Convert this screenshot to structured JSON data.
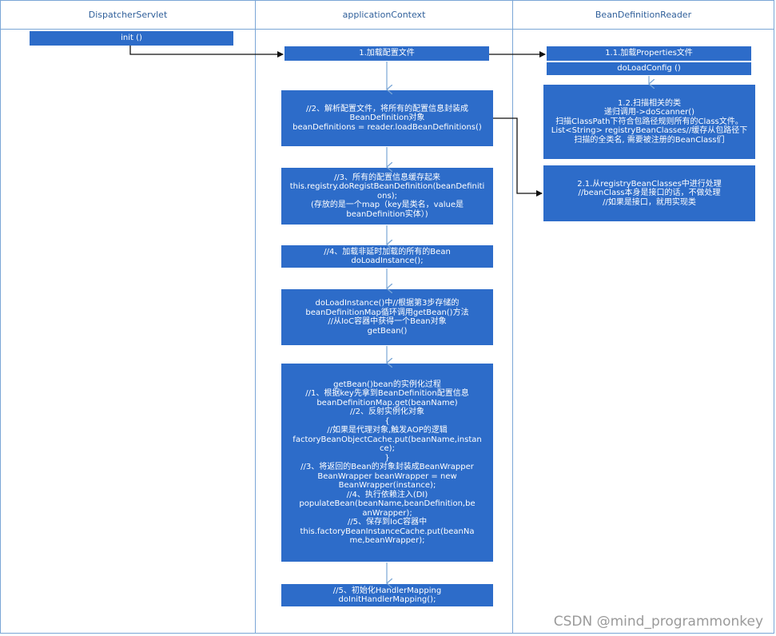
{
  "lanes": [
    {
      "title": "DispatcherServlet"
    },
    {
      "title": "applicationContext"
    },
    {
      "title": "BeanDefinitionReader"
    }
  ],
  "nodes": {
    "init": "init  ()",
    "load_config": "1.加载配置文件",
    "parse_config": "//2、解析配置文件，将所有的配置信息封装成\nBeanDefinition对象\nbeanDefinitions = reader.loadBeanDefinitions()",
    "cache_config": "//3、所有的配置信息缓存起来\nthis.registry.doRegistBeanDefinition(beanDefiniti\nons);\n(存放的是一个map（key是类名，value是\nbeanDefinition实体）)",
    "load_non_lazy": "//4、加载非延时加载的所有的Bean\ndoLoadInstance();",
    "do_load_instance": "doLoadInstance()中//根据第3步存储的\nbeanDefinitionMap循环调用getBean()方法\n//从IoC容器中获得一个Bean对象\ngetBean()",
    "get_bean": "getBean()bean的实例化过程\n//1、根据key先拿到BeanDefinition配置信息\nbeanDefinitionMap.get(beanName)\n//2、反射实例化对象\n{\n//如果是代理对象,触发AOP的逻辑\nfactoryBeanObjectCache.put(beanName,instan\nce);\n}\n//3、将返回的Bean的对象封装成BeanWrapper\nBeanWrapper beanWrapper = new\nBeanWrapper(instance);\n//4、执行依赖注入(DI)\npopulateBean(beanName,beanDefinition,be\nanWrapper);\n//5、保存到IoC容器中\nthis.factoryBeanInstanceCache.put(beanNa\nme,beanWrapper);",
    "init_handler_mapping": "//5、初始化HandlerMapping\ndoInitHandlerMapping();",
    "load_properties": "1.1.加载Properties文件",
    "do_load_config": "doLoadConfig  ()",
    "scan_classes": "1.2.扫描相关的类\n递归调用->doScanner()\n扫描ClassPath下符合包路径规则所有的Class文件。\nList<String> registryBeanClasses//缓存从包路径下\n扫描的全类名, 需要被注册的BeanClass们",
    "process_classes": "2.1.从registryBeanClasses中进行处理\n//beanClass本身是接口的话，不做处理\n//如果是接口，就用实现类"
  },
  "watermark": "CSDN @mind_programmonkey"
}
